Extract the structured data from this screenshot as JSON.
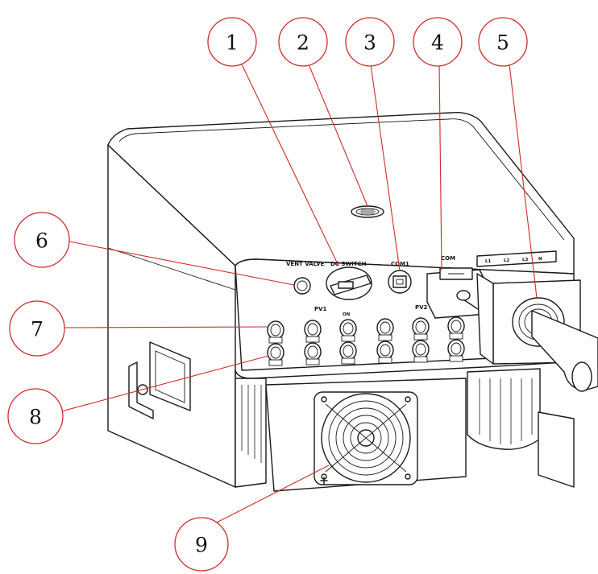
{
  "panel_labels": {
    "vent_valve": "VENT VALVE",
    "dc_switch": "DC SWITCH",
    "com1": "COM1",
    "com": "COM",
    "pv1": "PV1",
    "pv2": "PV2",
    "on": "ON",
    "l1": "L1",
    "l2": "L2",
    "l3": "L3",
    "n": "N"
  },
  "callouts": [
    "1",
    "2",
    "3",
    "4",
    "5",
    "6",
    "7",
    "8",
    "9"
  ],
  "colors": {
    "callout": "#d22a2a",
    "line": "#1a1a1a",
    "background": "#ffffff"
  }
}
